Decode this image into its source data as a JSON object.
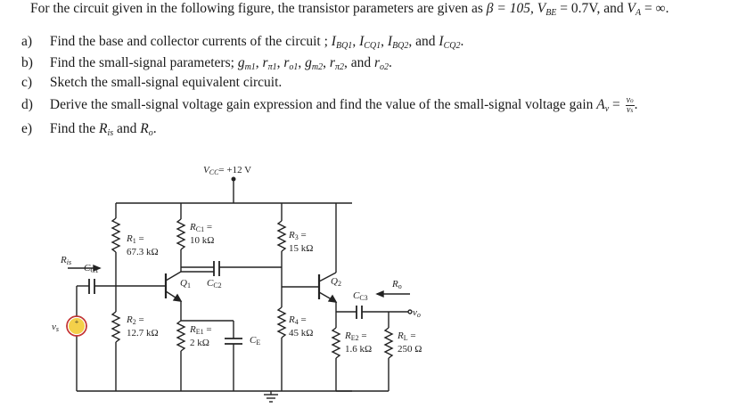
{
  "problem": {
    "intro_pre": "For the circuit given in the following figure, the transistor parameters are given as",
    "beta_text": "β = 105,",
    "vbe_text": "V",
    "vbe_sub": "BE",
    "vbe_val": "= 0.7V, and",
    "va_text": "V",
    "va_sub": "A",
    "va_val": "= ∞."
  },
  "questions": [
    {
      "letter": "a)",
      "text": "Find the base and collector currents of the circuit ;",
      "vars": "I",
      "v1": "BQ1",
      "v2": "CQ1",
      "v3": "BQ2",
      "v4": "CQ2",
      "and": "and"
    },
    {
      "letter": "b)",
      "text": "Find the small-signal parameters;",
      "and": "and"
    },
    {
      "letter": "c)",
      "text": "Sketch the small-signal equivalent circuit."
    },
    {
      "letter": "d)",
      "text": "Derive the small-signal voltage gain expression and find the value of the small-signal voltage gain",
      "gain": "A",
      "gain_sub": "v",
      "num": "v",
      "num_sub": "o",
      "den": "v",
      "den_sub": "s"
    },
    {
      "letter": "e)",
      "text": "Find the",
      "ris": "R",
      "ris_sub": "is",
      "and": "and",
      "ro": "R",
      "ro_sub": "o"
    }
  ],
  "circuit": {
    "vcc": "V",
    "vcc_sub": "CC",
    "vcc_val": "= +12 V",
    "r1_label": "R",
    "r1_sub": "1",
    "r1_val": "67.3 kΩ",
    "r2_label": "R",
    "r2_sub": "2",
    "r2_val": "12.7 kΩ",
    "rc1_label": "R",
    "rc1_sub": "C1",
    "rc1_val": "10 kΩ",
    "re1_label": "R",
    "re1_sub": "E1",
    "re1_val": "2 kΩ",
    "r3_label": "R",
    "r3_sub": "3",
    "r3_val": "15 kΩ",
    "r4_label": "R",
    "r4_sub": "4",
    "r4_val": "45 kΩ",
    "re2_label": "R",
    "re2_sub": "E2",
    "re2_val": "1.6 kΩ",
    "rl_label": "R",
    "rl_sub": "L",
    "rl_val": "250 Ω",
    "q1": "Q",
    "q1_sub": "1",
    "q2": "Q",
    "q2_sub": "2",
    "cc1": "C",
    "cc1_sub": "C1",
    "cc2": "C",
    "cc2_sub": "C2",
    "cc3": "C",
    "cc3_sub": "C3",
    "ce": "C",
    "ce_sub": "E",
    "ris": "R",
    "ris_sub": "is",
    "ro": "R",
    "ro_sub": "o",
    "vs": "v",
    "vs_sub": "s",
    "vo": "v",
    "vo_sub": "o",
    "eq": "="
  }
}
